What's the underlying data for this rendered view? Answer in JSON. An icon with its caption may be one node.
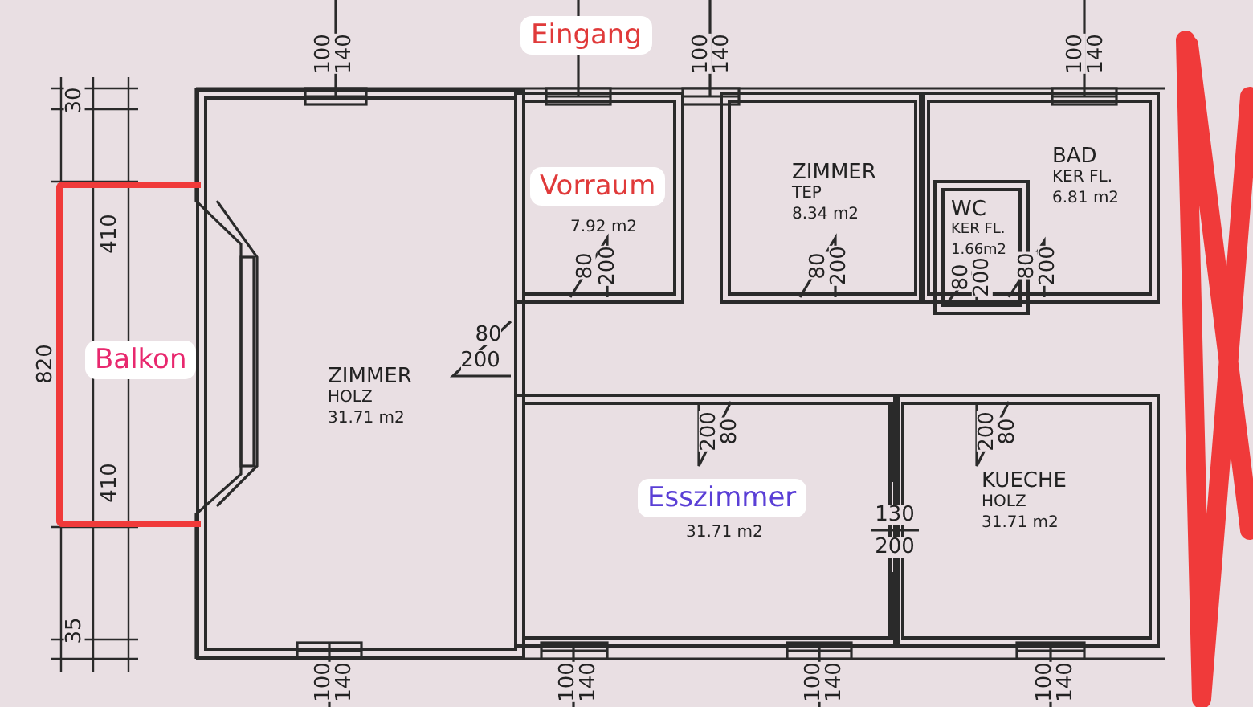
{
  "diagram": {
    "nodes": [
      {
        "text": [
          "ZIMMER",
          "HOLZ",
          "31.71 m2"
        ]
      },
      {
        "text": [
          "Vorraum",
          "7.92 m2"
        ]
      },
      {
        "text": [
          "ZIMMER",
          "TEP",
          "8.34 m2"
        ]
      },
      {
        "text": [
          "BAD",
          "KER FL.",
          "6.81 m2"
        ]
      },
      {
        "text": [
          "WC",
          "KER FL.",
          "1.66m2"
        ],
        "in": 3
      },
      {
        "text": [
          "Esszimmer",
          "31.71 m2"
        ]
      },
      {
        "text": [
          "KUECHE",
          "HOLZ",
          "31.71 m2"
        ]
      },
      {
        "text": [
          "Balkon"
        ]
      }
    ],
    "labels": [
      "Eingang",
      "100",
      "140",
      "100",
      "140",
      "100",
      "140",
      "30",
      "410",
      "820",
      "410",
      "35",
      "80",
      "200",
      "80",
      "200",
      "80",
      "200",
      "80",
      "200",
      "80",
      "200",
      "200",
      "80",
      "200",
      "80",
      "130",
      "200",
      "100",
      "140",
      "100",
      "140",
      "100",
      "140",
      "100",
      "140"
    ]
  }
}
